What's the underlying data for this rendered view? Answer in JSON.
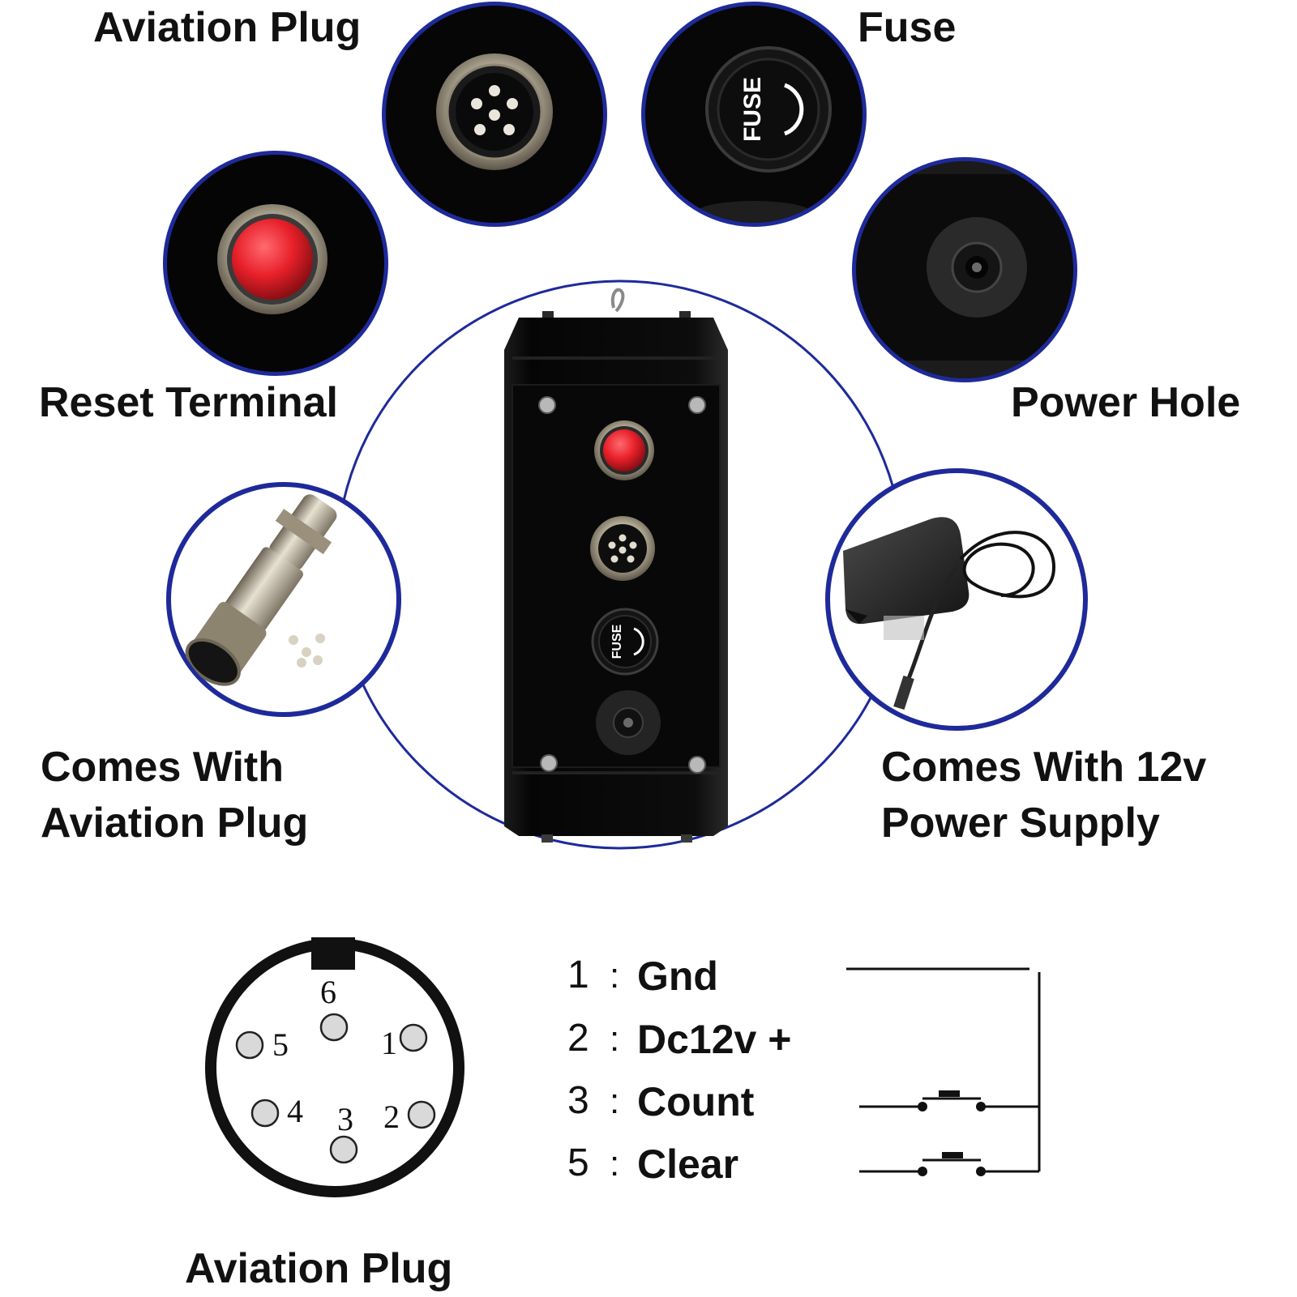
{
  "colors": {
    "ring_blue": "#1e2a9a",
    "device_black": "#0b0b0b",
    "reset_red": "#e8202a",
    "metal": "#c9c2b0",
    "pin_grey": "#d9d9d9",
    "text": "#111111"
  },
  "callouts": {
    "aviation_plug_top": "Aviation Plug",
    "fuse": "Fuse",
    "reset_terminal": "Reset Terminal",
    "power_hole": "Power Hole",
    "comes_with_aviation_plug": [
      "Comes With",
      "Aviation Plug"
    ],
    "comes_with_power_supply": [
      "Comes With 12v",
      "Power Supply"
    ]
  },
  "fuse_cap_text": "FUSE",
  "pinout": {
    "caption": "Aviation Plug",
    "pins": [
      {
        "number": "6"
      },
      {
        "number": "5"
      },
      {
        "number": "1"
      },
      {
        "number": "4"
      },
      {
        "number": "3"
      },
      {
        "number": "2"
      }
    ]
  },
  "legend": [
    {
      "number": "1",
      "sep": ":",
      "label": "Gnd"
    },
    {
      "number": "2",
      "sep": ":",
      "label": "Dc12v +"
    },
    {
      "number": "3",
      "sep": ":",
      "label": "Count"
    },
    {
      "number": "5",
      "sep": ":",
      "label": "Clear"
    }
  ],
  "icons": {
    "reset_button": "red-push-button-icon",
    "aviation_socket": "6-pin-aviation-socket-icon",
    "fuse_holder": "fuse-holder-icon",
    "power_jack": "dc-power-jack-icon",
    "plug_connector": "aviation-plug-connector-icon",
    "power_adapter": "12v-power-adapter-icon",
    "switch": "momentary-switch-icon"
  }
}
